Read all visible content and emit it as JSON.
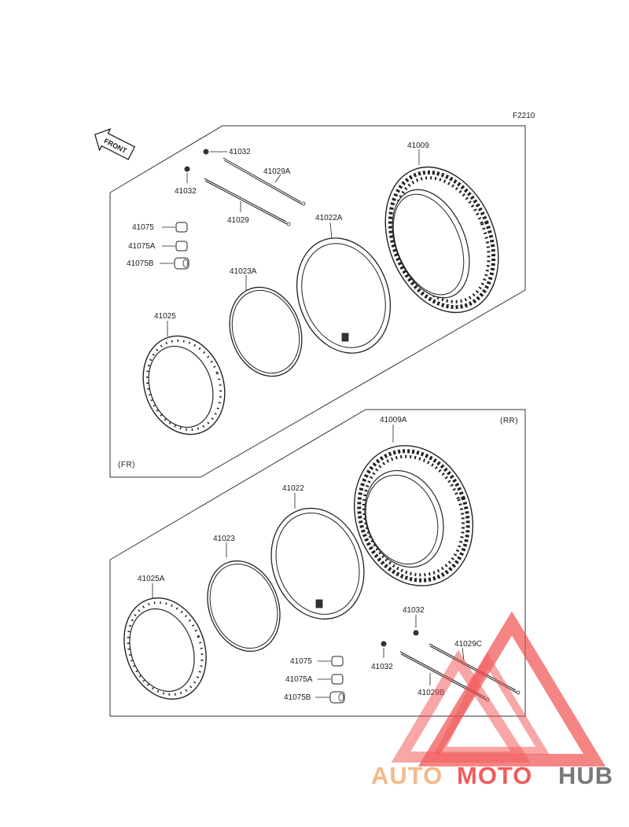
{
  "diagram_code": "F2210",
  "front_arrow_label": "FRONT",
  "sections": {
    "front": "(FR)",
    "rear": "(RR)"
  },
  "parts": {
    "p41032_a": "41032",
    "p41032_b": "41032",
    "p41029A": "41029A",
    "p41029": "41029",
    "p41009": "41009",
    "p41022A": "41022A",
    "p41075": "41075",
    "p41075A": "41075A",
    "p41075B": "41075B",
    "p41023A": "41023A",
    "p41025": "41025",
    "p41009A": "41009A",
    "p41022": "41022",
    "p41023": "41023",
    "p41025A": "41025A",
    "p41032_c": "41032",
    "p41032_d": "41032",
    "p41029C": "41029C",
    "p41029B": "41029B",
    "p41075_r": "41075",
    "p41075A_r": "41075A",
    "p41075B_r": "41075B"
  },
  "watermark": {
    "part1": "AUTO",
    "part2": "MOTO",
    "part3": "HUB",
    "color_light": "#f5b27a",
    "color_red": "#f04a4a",
    "color_gray": "#6b6b6b"
  }
}
